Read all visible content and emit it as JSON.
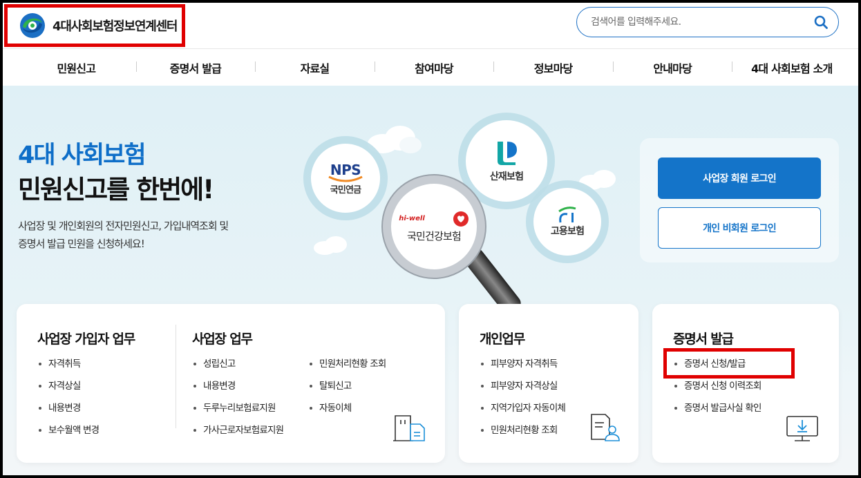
{
  "header": {
    "logo_text": "4대사회보험정보연계센터",
    "search_placeholder": "검색어를 입력해주세요."
  },
  "nav": [
    "민원신고",
    "증명서 발급",
    "자료실",
    "참여마당",
    "정보마당",
    "안내마당",
    "4대 사회보험 소개"
  ],
  "hero": {
    "title_line1": "4대 사회보험",
    "title_line2": "민원신고를 한번에!",
    "desc_line1": "사업장 및 개인회원의 전자민원신고, 가입내역조회 및",
    "desc_line2": "증명서 발급 민원을 신청하세요!"
  },
  "agencies": {
    "nps_logo": "NPS",
    "nps": "국민연금",
    "sanjae": "산재보험",
    "goyong": "고용보험",
    "health_logo": "hi-well",
    "health": "국민건강보험"
  },
  "login": {
    "member": "사업장 회원 로그인",
    "guest": "개인 비회원 로그인"
  },
  "cards": {
    "business_sub": {
      "title": "사업장 가입자 업무",
      "items": [
        "자격취득",
        "자격상실",
        "내용변경",
        "보수월액 변경"
      ]
    },
    "business": {
      "title": "사업장 업무",
      "col1": [
        "성립신고",
        "내용변경",
        "두루누리보험료지원",
        "가사근로자보험료지원"
      ],
      "col2": [
        "민원처리현황 조회",
        "탈퇴신고",
        "자동이체"
      ]
    },
    "personal": {
      "title": "개인업무",
      "items": [
        "피부양자 자격취득",
        "피부양자 자격상실",
        "지역가입자 자동이체",
        "민원처리현황 조회"
      ]
    },
    "certificate": {
      "title": "증명서 발급",
      "items": [
        "증명서 신청/발급",
        "증명서 신청 이력조회",
        "증명서 발급사실 확인"
      ]
    }
  },
  "colors": {
    "brand_blue": "#1474c9",
    "title_blue": "#0e6ec8",
    "highlight_red": "#e00000"
  }
}
